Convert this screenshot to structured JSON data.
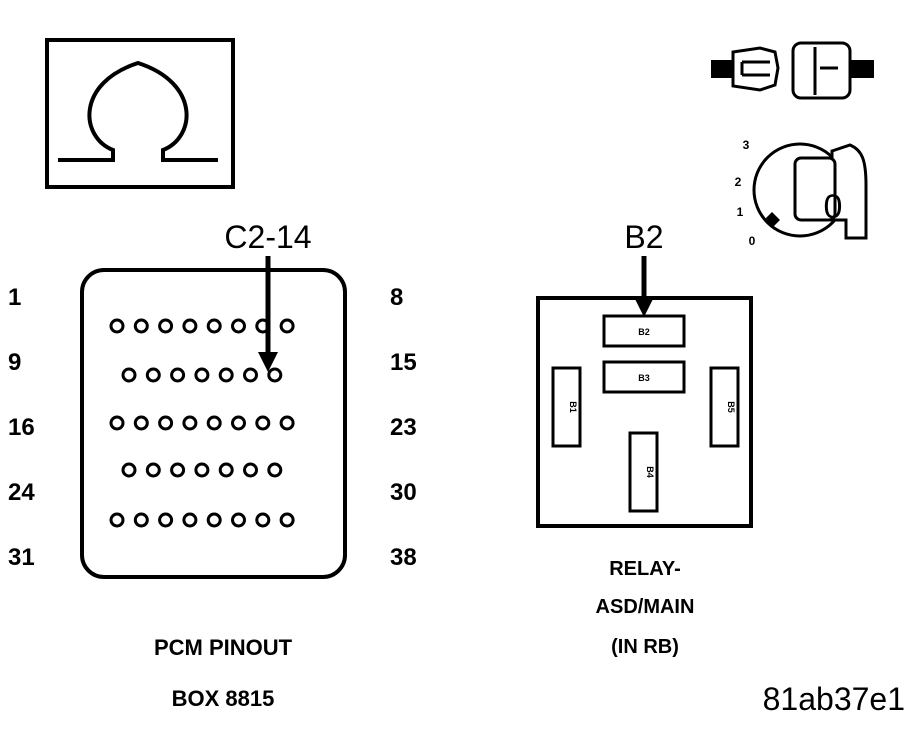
{
  "pcm": {
    "callout": "C2-14",
    "row_labels_left": [
      "1",
      "9",
      "16",
      "24",
      "31"
    ],
    "row_labels_right": [
      "8",
      "15",
      "23",
      "30",
      "38"
    ],
    "caption_line1": "PCM PINOUT",
    "caption_line2": "BOX 8815",
    "rows": [
      {
        "count": 8,
        "type": "long"
      },
      {
        "count": 7,
        "type": "short"
      },
      {
        "count": 8,
        "type": "long"
      },
      {
        "count": 7,
        "type": "short"
      },
      {
        "count": 8,
        "type": "long"
      }
    ],
    "highlighted_pin": 14
  },
  "relay": {
    "callout": "B2",
    "terminals": {
      "b2": "B2",
      "b3": "B3",
      "b1": "B1",
      "b5": "B5",
      "b4": "B4"
    },
    "caption_line1": "RELAY-",
    "caption_line2": "ASD/MAIN",
    "caption_line3": "(IN RB)"
  },
  "ignition": {
    "positions": [
      "3",
      "2",
      "1",
      "0"
    ],
    "key_label": "0"
  },
  "icons": {
    "ohmmeter": "ohm-symbol-icon",
    "connector": "disconnected-connector-icon",
    "ignition": "ignition-key-icon"
  },
  "figure_id": "81ab37e1"
}
